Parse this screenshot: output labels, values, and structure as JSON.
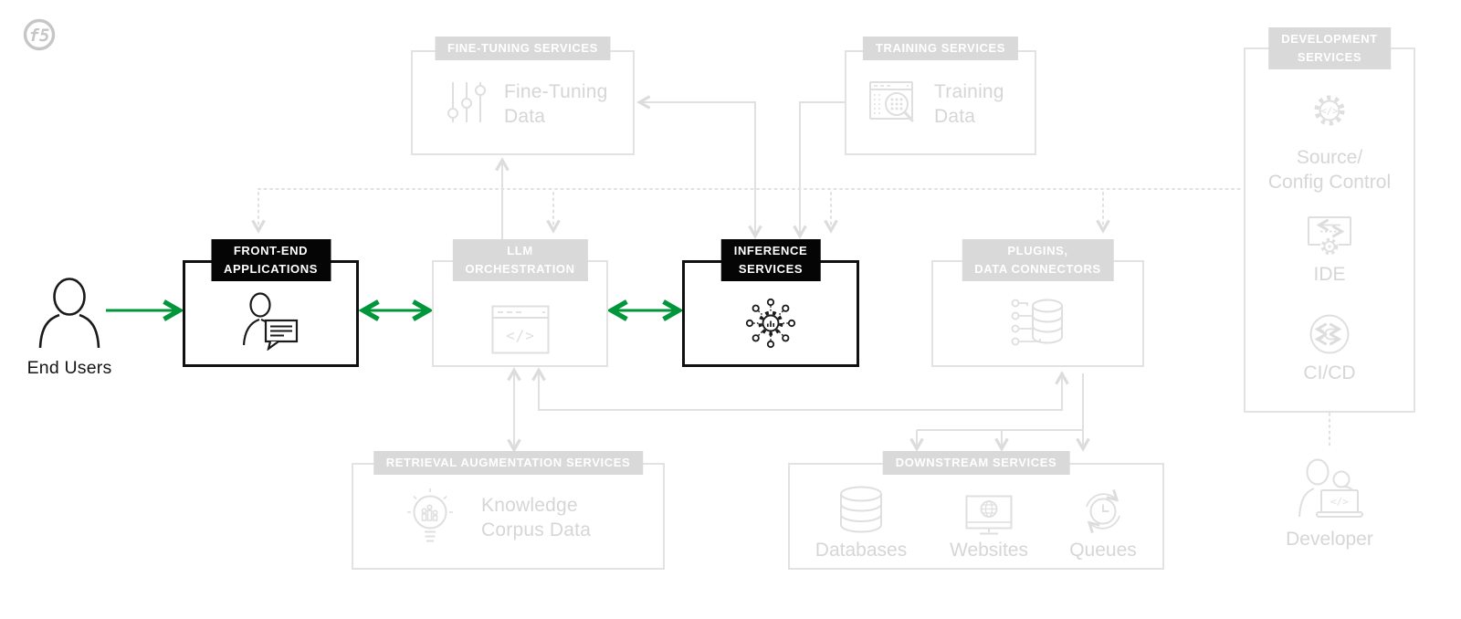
{
  "logo": {
    "label": "f5"
  },
  "colors": {
    "accent_green": "#009639",
    "inactive_line": "#e2e2e2",
    "inactive_header_bg": "#d9d9d9",
    "inactive_text": "#d6d6d6",
    "active_black": "#101010"
  },
  "icons": {
    "code_glyph": "</>"
  },
  "end_users": {
    "label": "End Users"
  },
  "nodes": {
    "fine_tuning": {
      "title": "FINE-TUNING SERVICES",
      "item_line1": "Fine-Tuning",
      "item_line2": "Data"
    },
    "training": {
      "title": "TRAINING SERVICES",
      "item_line1": "Training",
      "item_line2": "Data"
    },
    "development": {
      "title_line1": "DEVELOPMENT",
      "title_line2": "SERVICES",
      "items": [
        {
          "label": "Source/",
          "label2": "Config Control"
        },
        {
          "label": "IDE"
        },
        {
          "label": "CI/CD"
        }
      ],
      "footer": {
        "label": "Developer"
      }
    },
    "front_end": {
      "title_line1": "FRONT-END",
      "title_line2": "APPLICATIONS"
    },
    "llm_orchestration": {
      "title_line1": "LLM",
      "title_line2": "ORCHESTRATION"
    },
    "inference": {
      "title_line1": "INFERENCE",
      "title_line2": "SERVICES"
    },
    "plugins": {
      "title_line1": "PLUGINS,",
      "title_line2": "DATA CONNECTORS"
    },
    "retrieval": {
      "title": "RETRIEVAL AUGMENTATION SERVICES",
      "item_line1": "Knowledge",
      "item_line2": "Corpus Data"
    },
    "downstream": {
      "title": "DOWNSTREAM SERVICES",
      "items": [
        {
          "label": "Databases"
        },
        {
          "label": "Websites"
        },
        {
          "label": "Queues"
        }
      ]
    }
  }
}
